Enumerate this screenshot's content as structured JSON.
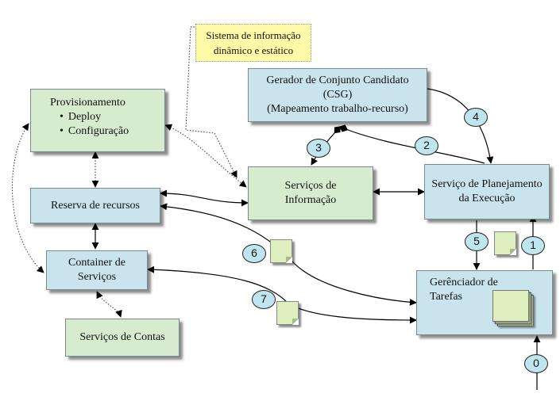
{
  "boxes": {
    "sistema_info": {
      "line1": "Sistema de informação",
      "line2": "dinâmico e estático"
    },
    "csg": {
      "line1": "Gerador de Conjunto Candidato",
      "line2": "(CSG)",
      "line3": "(Mapeamento trabalho-recurso)"
    },
    "provisionamento": {
      "title": "Provisionamento",
      "items": [
        "Deploy",
        "Configuração"
      ]
    },
    "reserva": {
      "label": "Reserva de recursos"
    },
    "servicos_info": {
      "line1": "Serviços de",
      "line2": "Informação"
    },
    "planejamento": {
      "line1": "Serviço de Planejamento",
      "line2": "da Execução"
    },
    "container": {
      "line1": "Container de",
      "line2": "Serviços"
    },
    "gerenciador": {
      "label": "Gerênciador de Tarefas"
    },
    "contas": {
      "label": "Serviços de Contas"
    }
  },
  "steps": [
    "0",
    "1",
    "2",
    "3",
    "4",
    "5",
    "6",
    "7"
  ],
  "colors": {
    "blue_box": "#c9e4ec",
    "green_box": "#d7ebce",
    "note": "#fff9a8",
    "step_circle": "#bfe6ee",
    "document": "#ddeebf"
  }
}
